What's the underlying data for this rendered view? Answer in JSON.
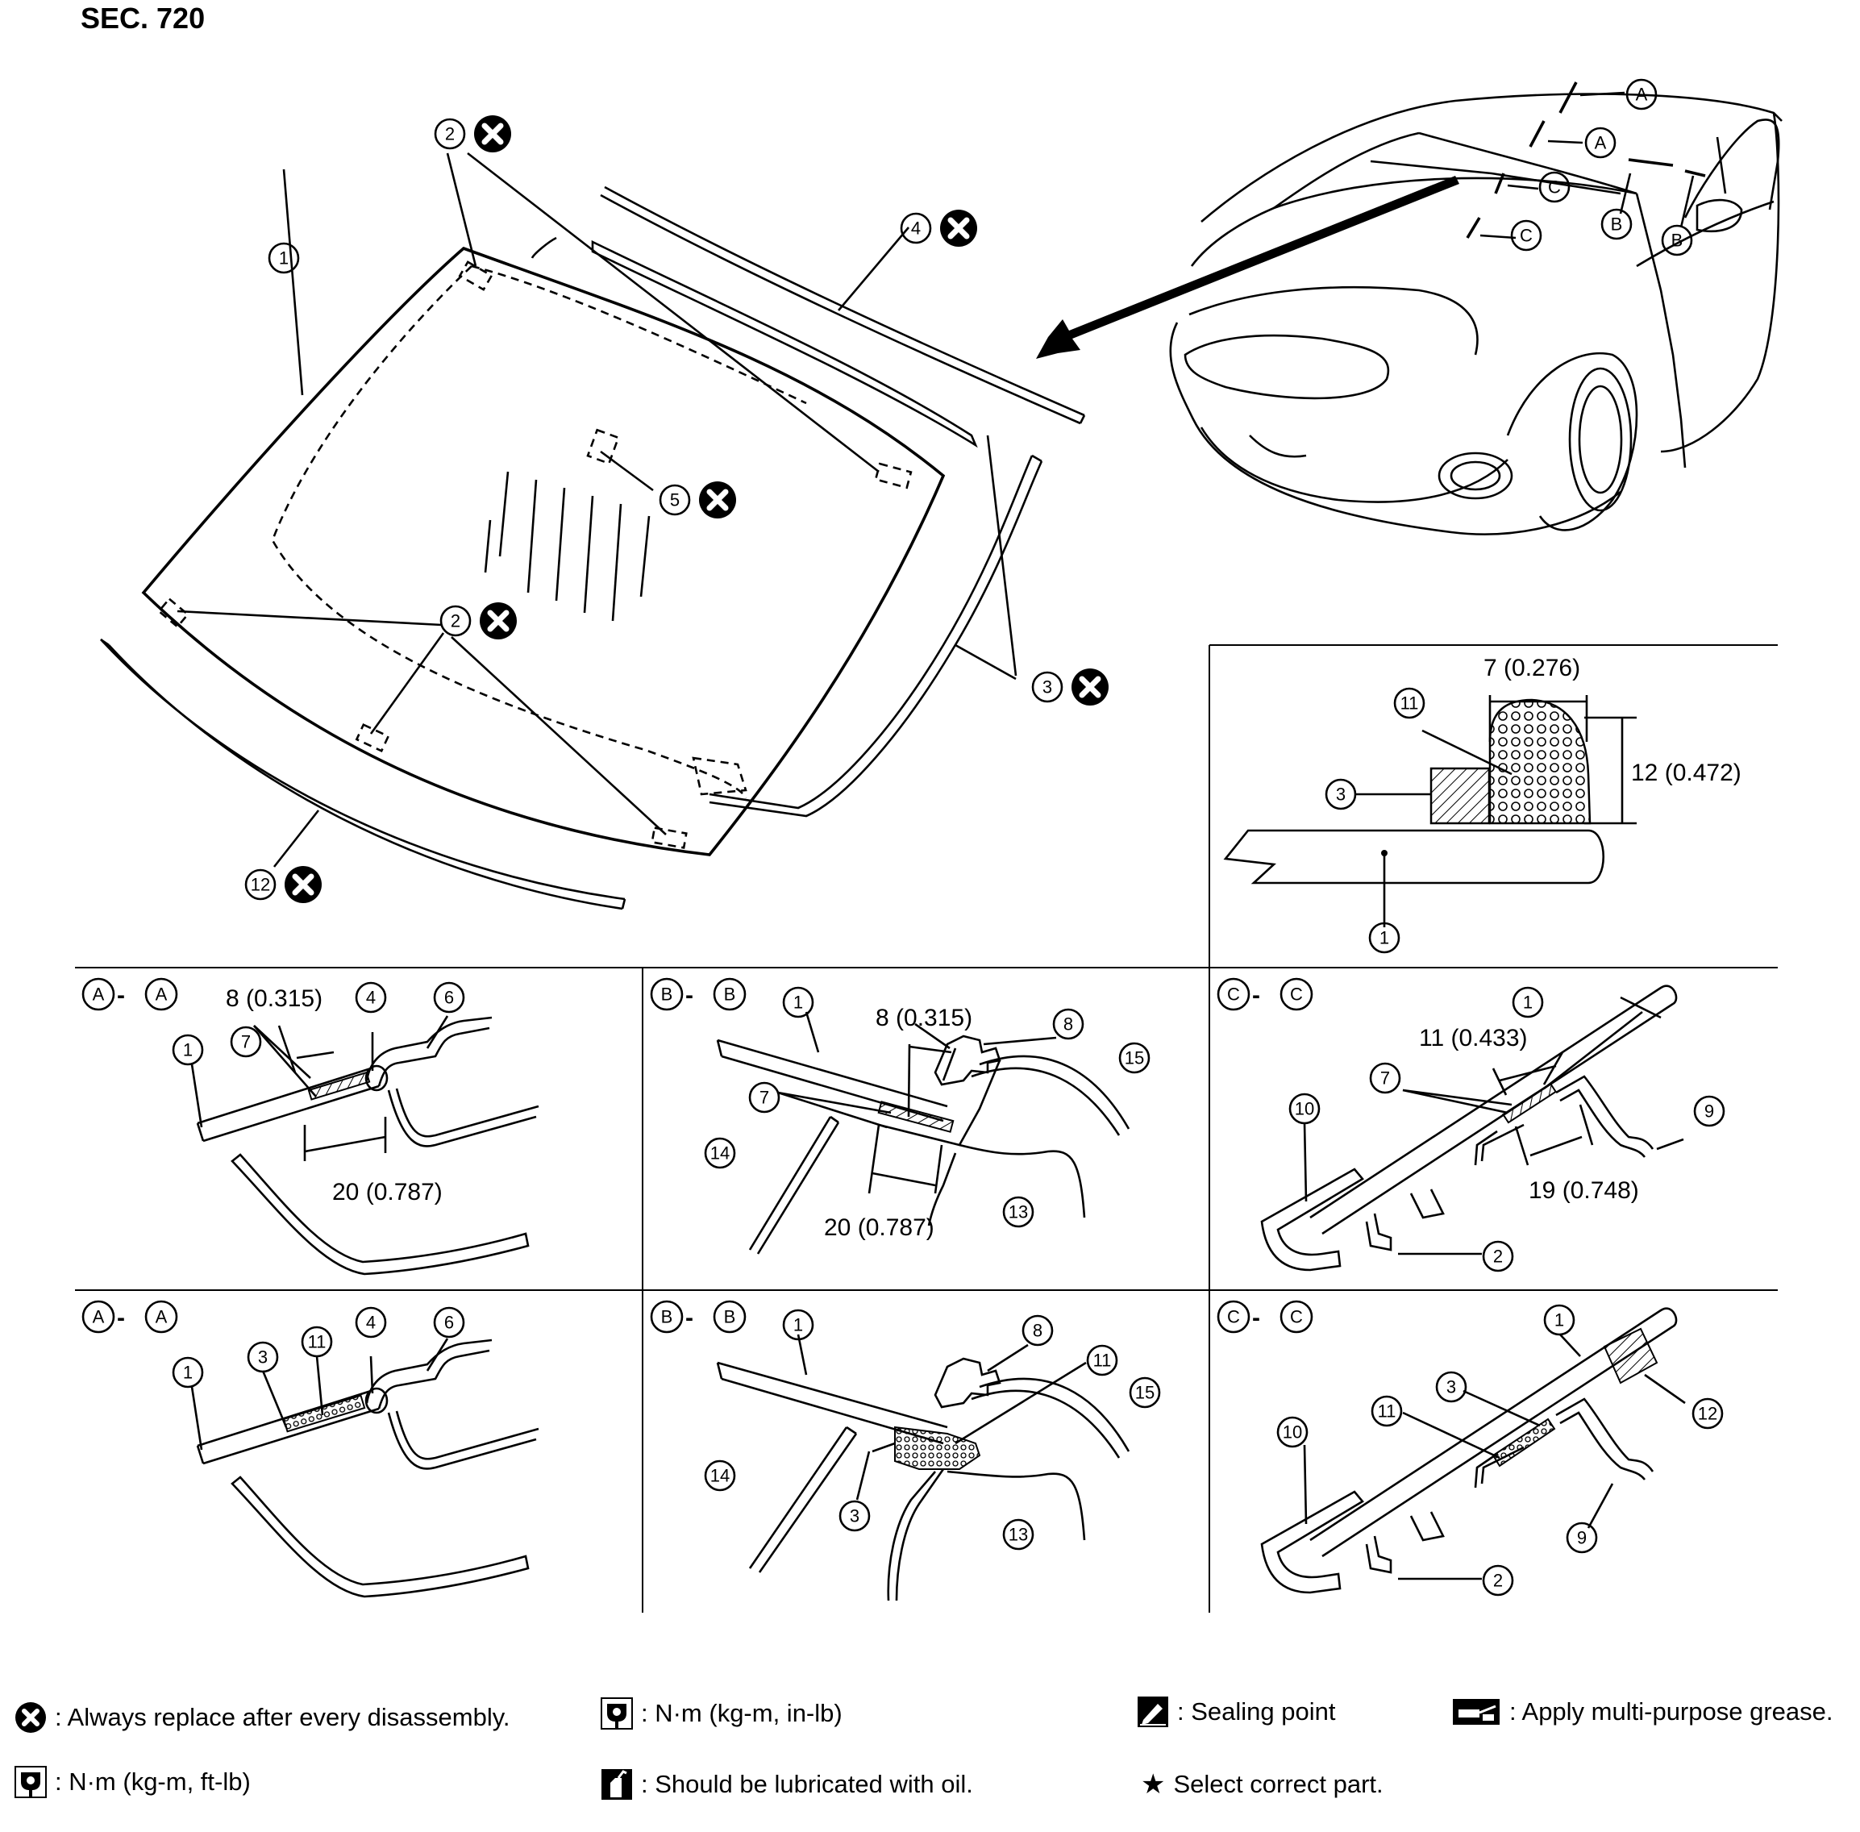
{
  "title": "SEC. 720",
  "callouts": {
    "c1": "1",
    "c2": "2",
    "c3": "3",
    "c4": "4",
    "c5": "5",
    "c6": "6",
    "c7": "7",
    "c8": "8",
    "c9": "9",
    "c10": "10",
    "c11": "11",
    "c12": "12",
    "c13": "13",
    "c14": "14",
    "c15": "15",
    "cA": "A",
    "cB": "B",
    "cC": "C"
  },
  "dimensions": {
    "d7": "7 (0.276)",
    "d12": "12 (0.472)",
    "d8": "8 (0.315)",
    "d20": "20 (0.787)",
    "d11": "11 (0.433)",
    "d19": "19 (0.748)"
  },
  "section_joiner": "-",
  "legend": {
    "replace": ": Always replace after every disassembly.",
    "torque_in_lb": ": N·m (kg-m, in-lb)",
    "sealing": ": Sealing point",
    "grease": ": Apply multi-purpose grease.",
    "torque_ft_lb": ": N·m (kg-m, ft-lb)",
    "oil": ": Should be lubricated with oil.",
    "select": "Select correct part."
  },
  "icons": {
    "replace": "x-circle-icon",
    "torque_in_lb": "torque-wrench-icon",
    "sealing": "sealing-point-icon",
    "grease": "grease-gun-icon",
    "torque_ft_lb": "torque-wrench-icon",
    "oil": "oil-can-icon",
    "select": "star-icon"
  }
}
